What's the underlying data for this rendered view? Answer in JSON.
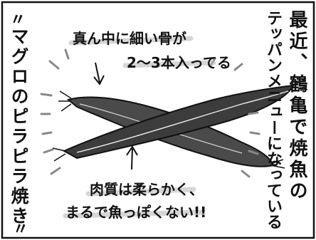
{
  "comic": {
    "side_caption": {
      "lines": [
        "最近、鶴亀で焼魚の",
        "テッパンメニューになっている"
      ]
    },
    "quote": {
      "open_mark": "〃",
      "text": "マグロのピラピラ焼き",
      "close_mark": "〃"
    },
    "annotation_top": {
      "lines": [
        "真ん中に細い骨が",
        "2〜3本入ってる"
      ]
    },
    "annotation_bottom": {
      "lines": [
        "肉質は柔らかく、",
        "まるで魚っぽくない!!"
      ]
    }
  }
}
